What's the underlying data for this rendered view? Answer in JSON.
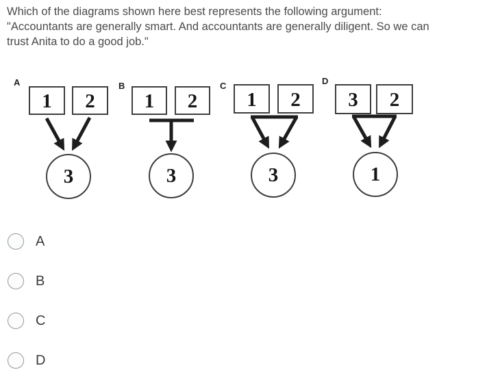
{
  "question": {
    "lines": [
      "Which of the diagrams shown here best represents the following argument:",
      "\"Accountants are generally smart. And accountants are generally diligent. So we can",
      "trust Anita to do a good job.\""
    ]
  },
  "diagrams": [
    {
      "label": "A",
      "box1": "1",
      "box2": "2",
      "conclusion": "3",
      "structure": "two separate arrows converging on conclusion"
    },
    {
      "label": "B",
      "box1": "1",
      "box2": "2",
      "conclusion": "3",
      "structure": "premises linked by bar with single arrow to conclusion"
    },
    {
      "label": "C",
      "box1": "1",
      "box2": "2",
      "conclusion": "3",
      "structure": "joined V with two arrowheads to conclusion"
    },
    {
      "label": "D",
      "box1": "3",
      "box2": "2",
      "conclusion": "1",
      "structure": "joined V with two arrowheads to conclusion"
    }
  ],
  "options": [
    {
      "label": "A",
      "selected": false
    },
    {
      "label": "B",
      "selected": false
    },
    {
      "label": "C",
      "selected": false
    },
    {
      "label": "D",
      "selected": false
    }
  ],
  "colors": {
    "question_text": "#4a4a4a",
    "diagram_stroke": "#3d3d3d",
    "arrow": "#1d1d1d",
    "radio_border": "#979797"
  }
}
